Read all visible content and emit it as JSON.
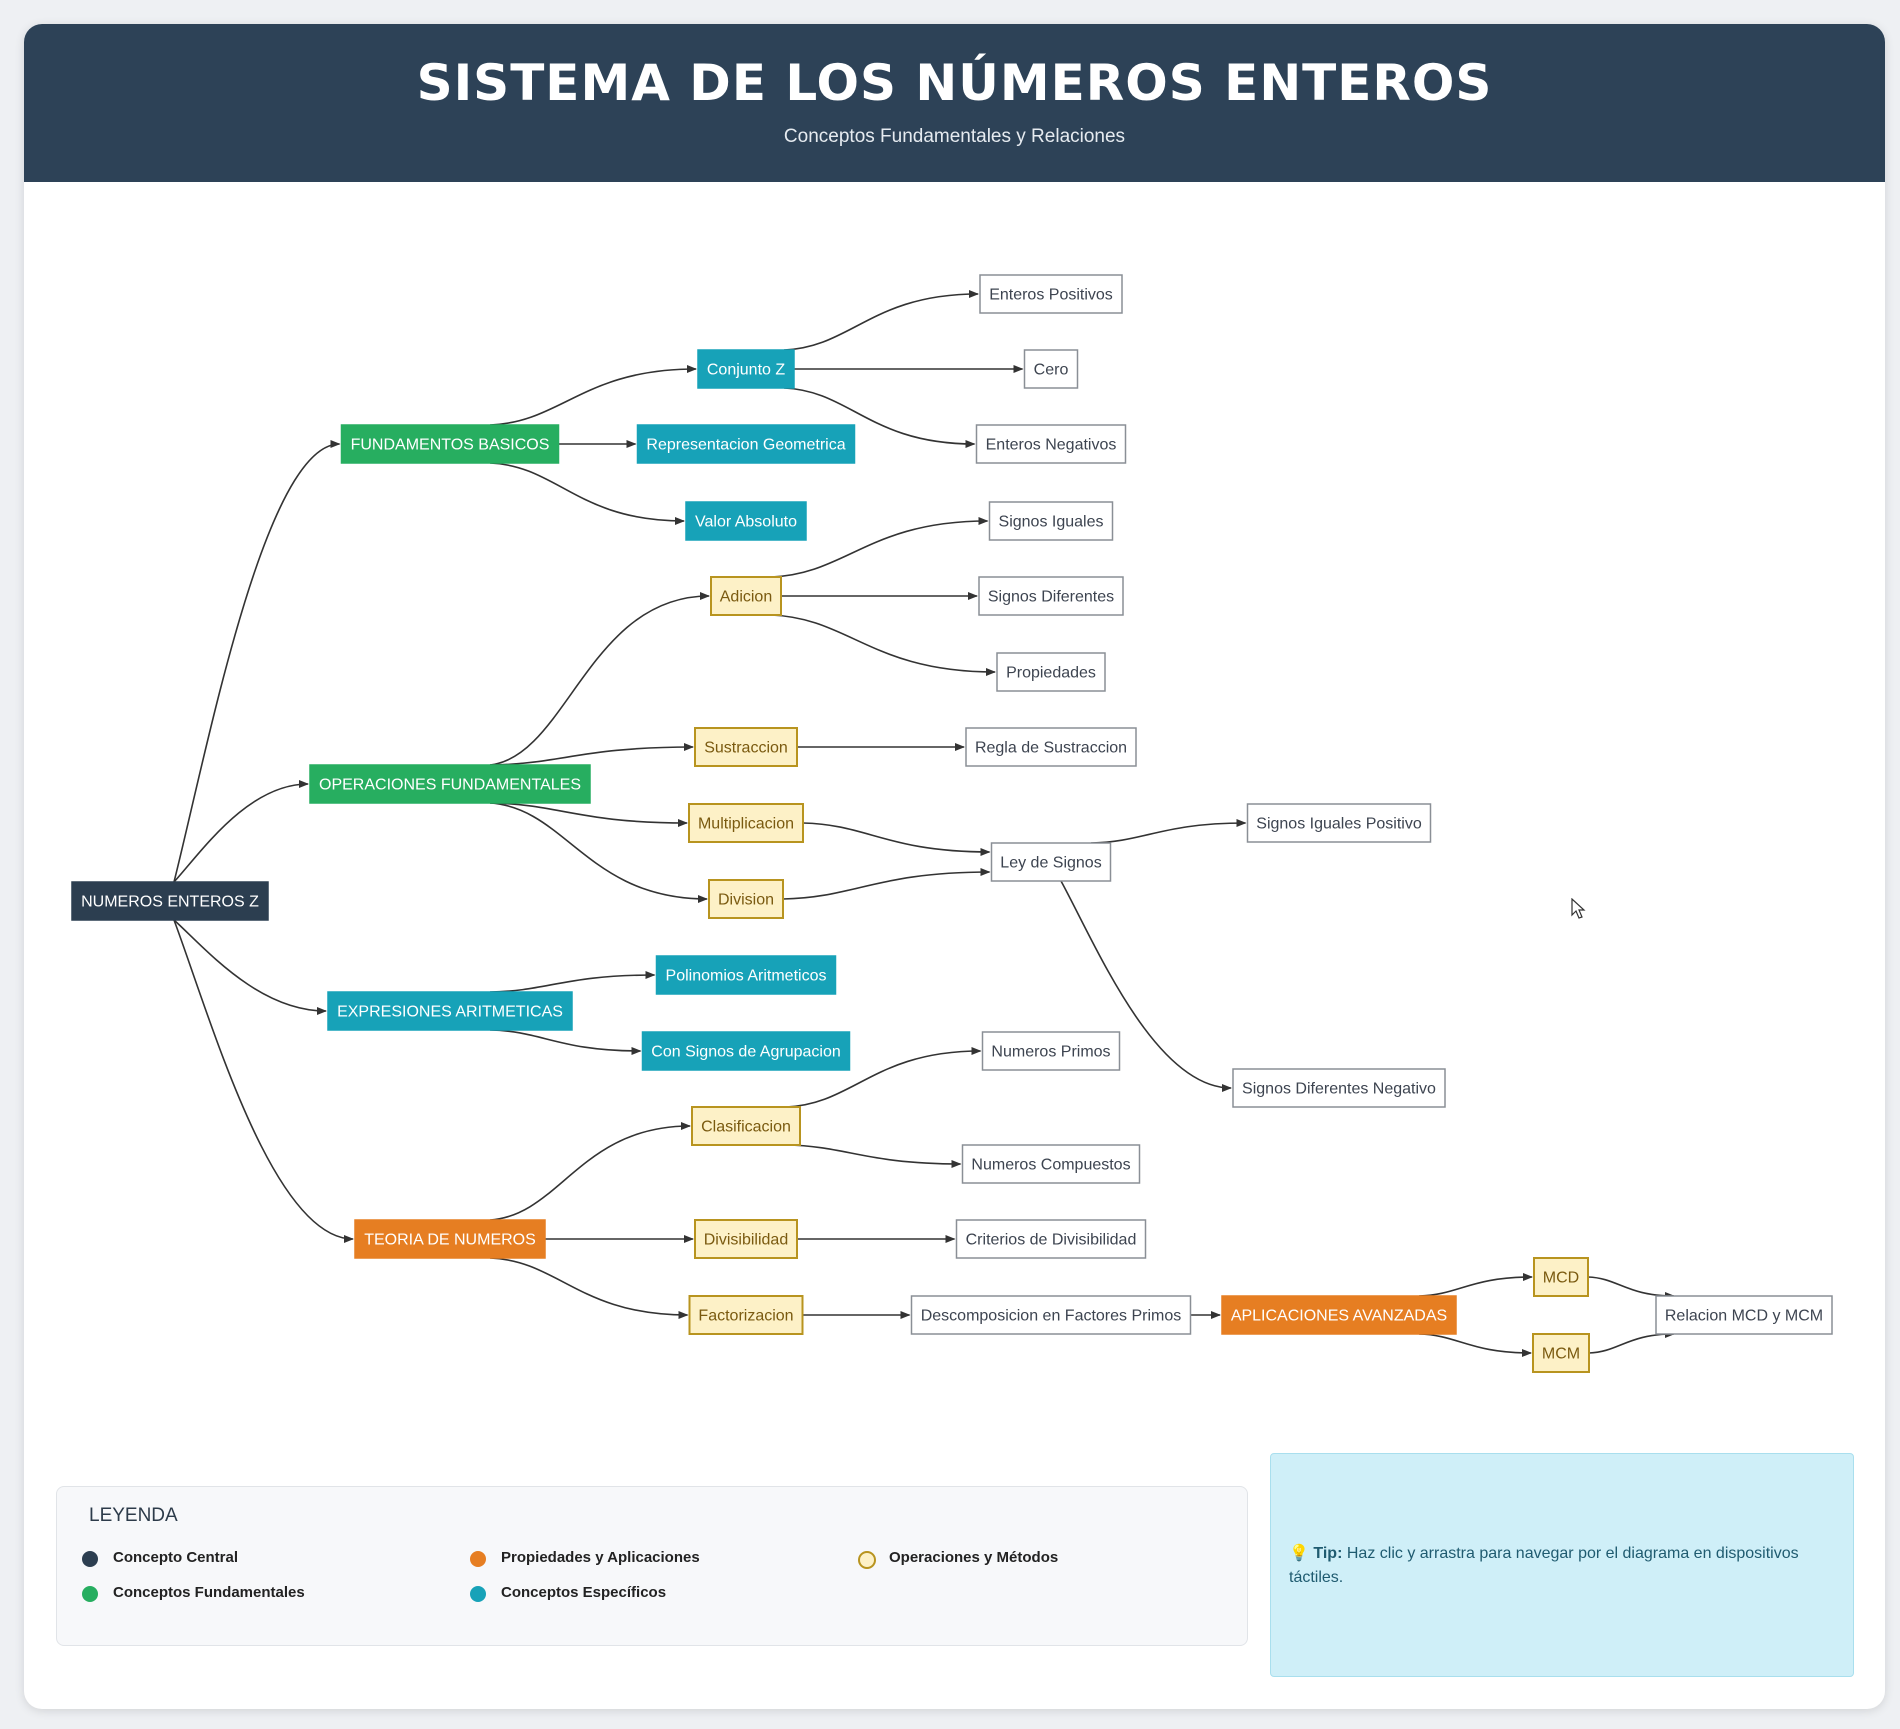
{
  "header": {
    "title": "SISTEMA DE LOS NÚMEROS ENTEROS",
    "subtitle": "Conceptos Fundamentales y Relaciones"
  },
  "colors": {
    "central": "#2c3e50",
    "fundamental": "#27ae60",
    "specific": "#17a2b8",
    "applications": "#e67e22",
    "operations_fill": "#fdf1c7",
    "operations_border": "#b8941f",
    "leaf_border": "#8a8f96"
  },
  "nodes": [
    {
      "id": "root",
      "label": "NUMEROS ENTEROS Z",
      "kind": "central"
    },
    {
      "id": "fund",
      "label": "FUNDAMENTOS BASICOS",
      "kind": "fundamental"
    },
    {
      "id": "ops",
      "label": "OPERACIONES FUNDAMENTALES",
      "kind": "fundamental"
    },
    {
      "id": "expr",
      "label": "EXPRESIONES ARITMETICAS",
      "kind": "specific"
    },
    {
      "id": "teo",
      "label": "TEORIA DE NUMEROS",
      "kind": "applications"
    },
    {
      "id": "conjz",
      "label": "Conjunto Z",
      "kind": "specific"
    },
    {
      "id": "repgeo",
      "label": "Representacion Geometrica",
      "kind": "specific"
    },
    {
      "id": "valabs",
      "label": "Valor Absoluto",
      "kind": "specific"
    },
    {
      "id": "entpos",
      "label": "Enteros Positivos",
      "kind": "leaf"
    },
    {
      "id": "cero",
      "label": "Cero",
      "kind": "leaf"
    },
    {
      "id": "entneg",
      "label": "Enteros Negativos",
      "kind": "leaf"
    },
    {
      "id": "adic",
      "label": "Adicion",
      "kind": "operation"
    },
    {
      "id": "sust",
      "label": "Sustraccion",
      "kind": "operation"
    },
    {
      "id": "mult",
      "label": "Multiplicacion",
      "kind": "operation"
    },
    {
      "id": "div",
      "label": "Division",
      "kind": "operation"
    },
    {
      "id": "sigig",
      "label": "Signos Iguales",
      "kind": "leaf"
    },
    {
      "id": "sigdif",
      "label": "Signos Diferentes",
      "kind": "leaf"
    },
    {
      "id": "prop",
      "label": "Propiedades",
      "kind": "leaf"
    },
    {
      "id": "reglasust",
      "label": "Regla de Sustraccion",
      "kind": "leaf"
    },
    {
      "id": "ley",
      "label": "Ley de Signos",
      "kind": "leaf"
    },
    {
      "id": "sigigpos",
      "label": "Signos Iguales Positivo",
      "kind": "leaf"
    },
    {
      "id": "sigdifneg",
      "label": "Signos Diferentes Negativo",
      "kind": "leaf"
    },
    {
      "id": "polin",
      "label": "Polinomios Aritmeticos",
      "kind": "specific"
    },
    {
      "id": "consig",
      "label": "Con Signos de Agrupacion",
      "kind": "specific"
    },
    {
      "id": "clasif",
      "label": "Clasificacion",
      "kind": "operation"
    },
    {
      "id": "divis",
      "label": "Divisibilidad",
      "kind": "operation"
    },
    {
      "id": "fact",
      "label": "Factorizacion",
      "kind": "operation"
    },
    {
      "id": "primos",
      "label": "Numeros Primos",
      "kind": "leaf"
    },
    {
      "id": "compuestos",
      "label": "Numeros Compuestos",
      "kind": "leaf"
    },
    {
      "id": "criterios",
      "label": "Criterios de Divisibilidad",
      "kind": "leaf"
    },
    {
      "id": "descomp",
      "label": "Descomposicion en Factores Primos",
      "kind": "leaf"
    },
    {
      "id": "aplic",
      "label": "APLICACIONES AVANZADAS",
      "kind": "applications"
    },
    {
      "id": "mcd",
      "label": "MCD",
      "kind": "operation"
    },
    {
      "id": "mcm",
      "label": "MCM",
      "kind": "operation"
    },
    {
      "id": "rel",
      "label": "Relacion MCD y MCM",
      "kind": "leaf"
    }
  ],
  "edges": [
    [
      "root",
      "fund"
    ],
    [
      "root",
      "ops"
    ],
    [
      "root",
      "expr"
    ],
    [
      "root",
      "teo"
    ],
    [
      "fund",
      "conjz"
    ],
    [
      "fund",
      "repgeo"
    ],
    [
      "fund",
      "valabs"
    ],
    [
      "conjz",
      "entpos"
    ],
    [
      "conjz",
      "cero"
    ],
    [
      "conjz",
      "entneg"
    ],
    [
      "ops",
      "adic"
    ],
    [
      "ops",
      "sust"
    ],
    [
      "ops",
      "mult"
    ],
    [
      "ops",
      "div"
    ],
    [
      "adic",
      "sigig"
    ],
    [
      "adic",
      "sigdif"
    ],
    [
      "adic",
      "prop"
    ],
    [
      "sust",
      "reglasust"
    ],
    [
      "mult",
      "ley"
    ],
    [
      "div",
      "ley"
    ],
    [
      "ley",
      "sigigpos"
    ],
    [
      "ley",
      "sigdifneg"
    ],
    [
      "expr",
      "polin"
    ],
    [
      "expr",
      "consig"
    ],
    [
      "teo",
      "clasif"
    ],
    [
      "teo",
      "divis"
    ],
    [
      "teo",
      "fact"
    ],
    [
      "clasif",
      "primos"
    ],
    [
      "clasif",
      "compuestos"
    ],
    [
      "divis",
      "criterios"
    ],
    [
      "fact",
      "descomp"
    ],
    [
      "descomp",
      "aplic"
    ],
    [
      "aplic",
      "mcd"
    ],
    [
      "aplic",
      "mcm"
    ],
    [
      "mcd",
      "rel"
    ],
    [
      "mcm",
      "rel"
    ]
  ],
  "legend": {
    "title": "LEYENDA",
    "items": [
      {
        "label": "Concepto Central",
        "color": "#2c3e50",
        "outline": false
      },
      {
        "label": "Conceptos Fundamentales",
        "color": "#27ae60",
        "outline": false
      },
      {
        "label": "Propiedades y Aplicaciones",
        "color": "#e67e22",
        "outline": false
      },
      {
        "label": "Conceptos Específicos",
        "color": "#17a2b8",
        "outline": false
      },
      {
        "label": "Operaciones y Métodos",
        "color": "#fdf1c7",
        "outline": true
      }
    ]
  },
  "tip": {
    "icon": "lightbulb-icon",
    "label": "Tip:",
    "text": "Haz clic y arrastra para navegar por el diagrama en dispositivos táctiles."
  }
}
